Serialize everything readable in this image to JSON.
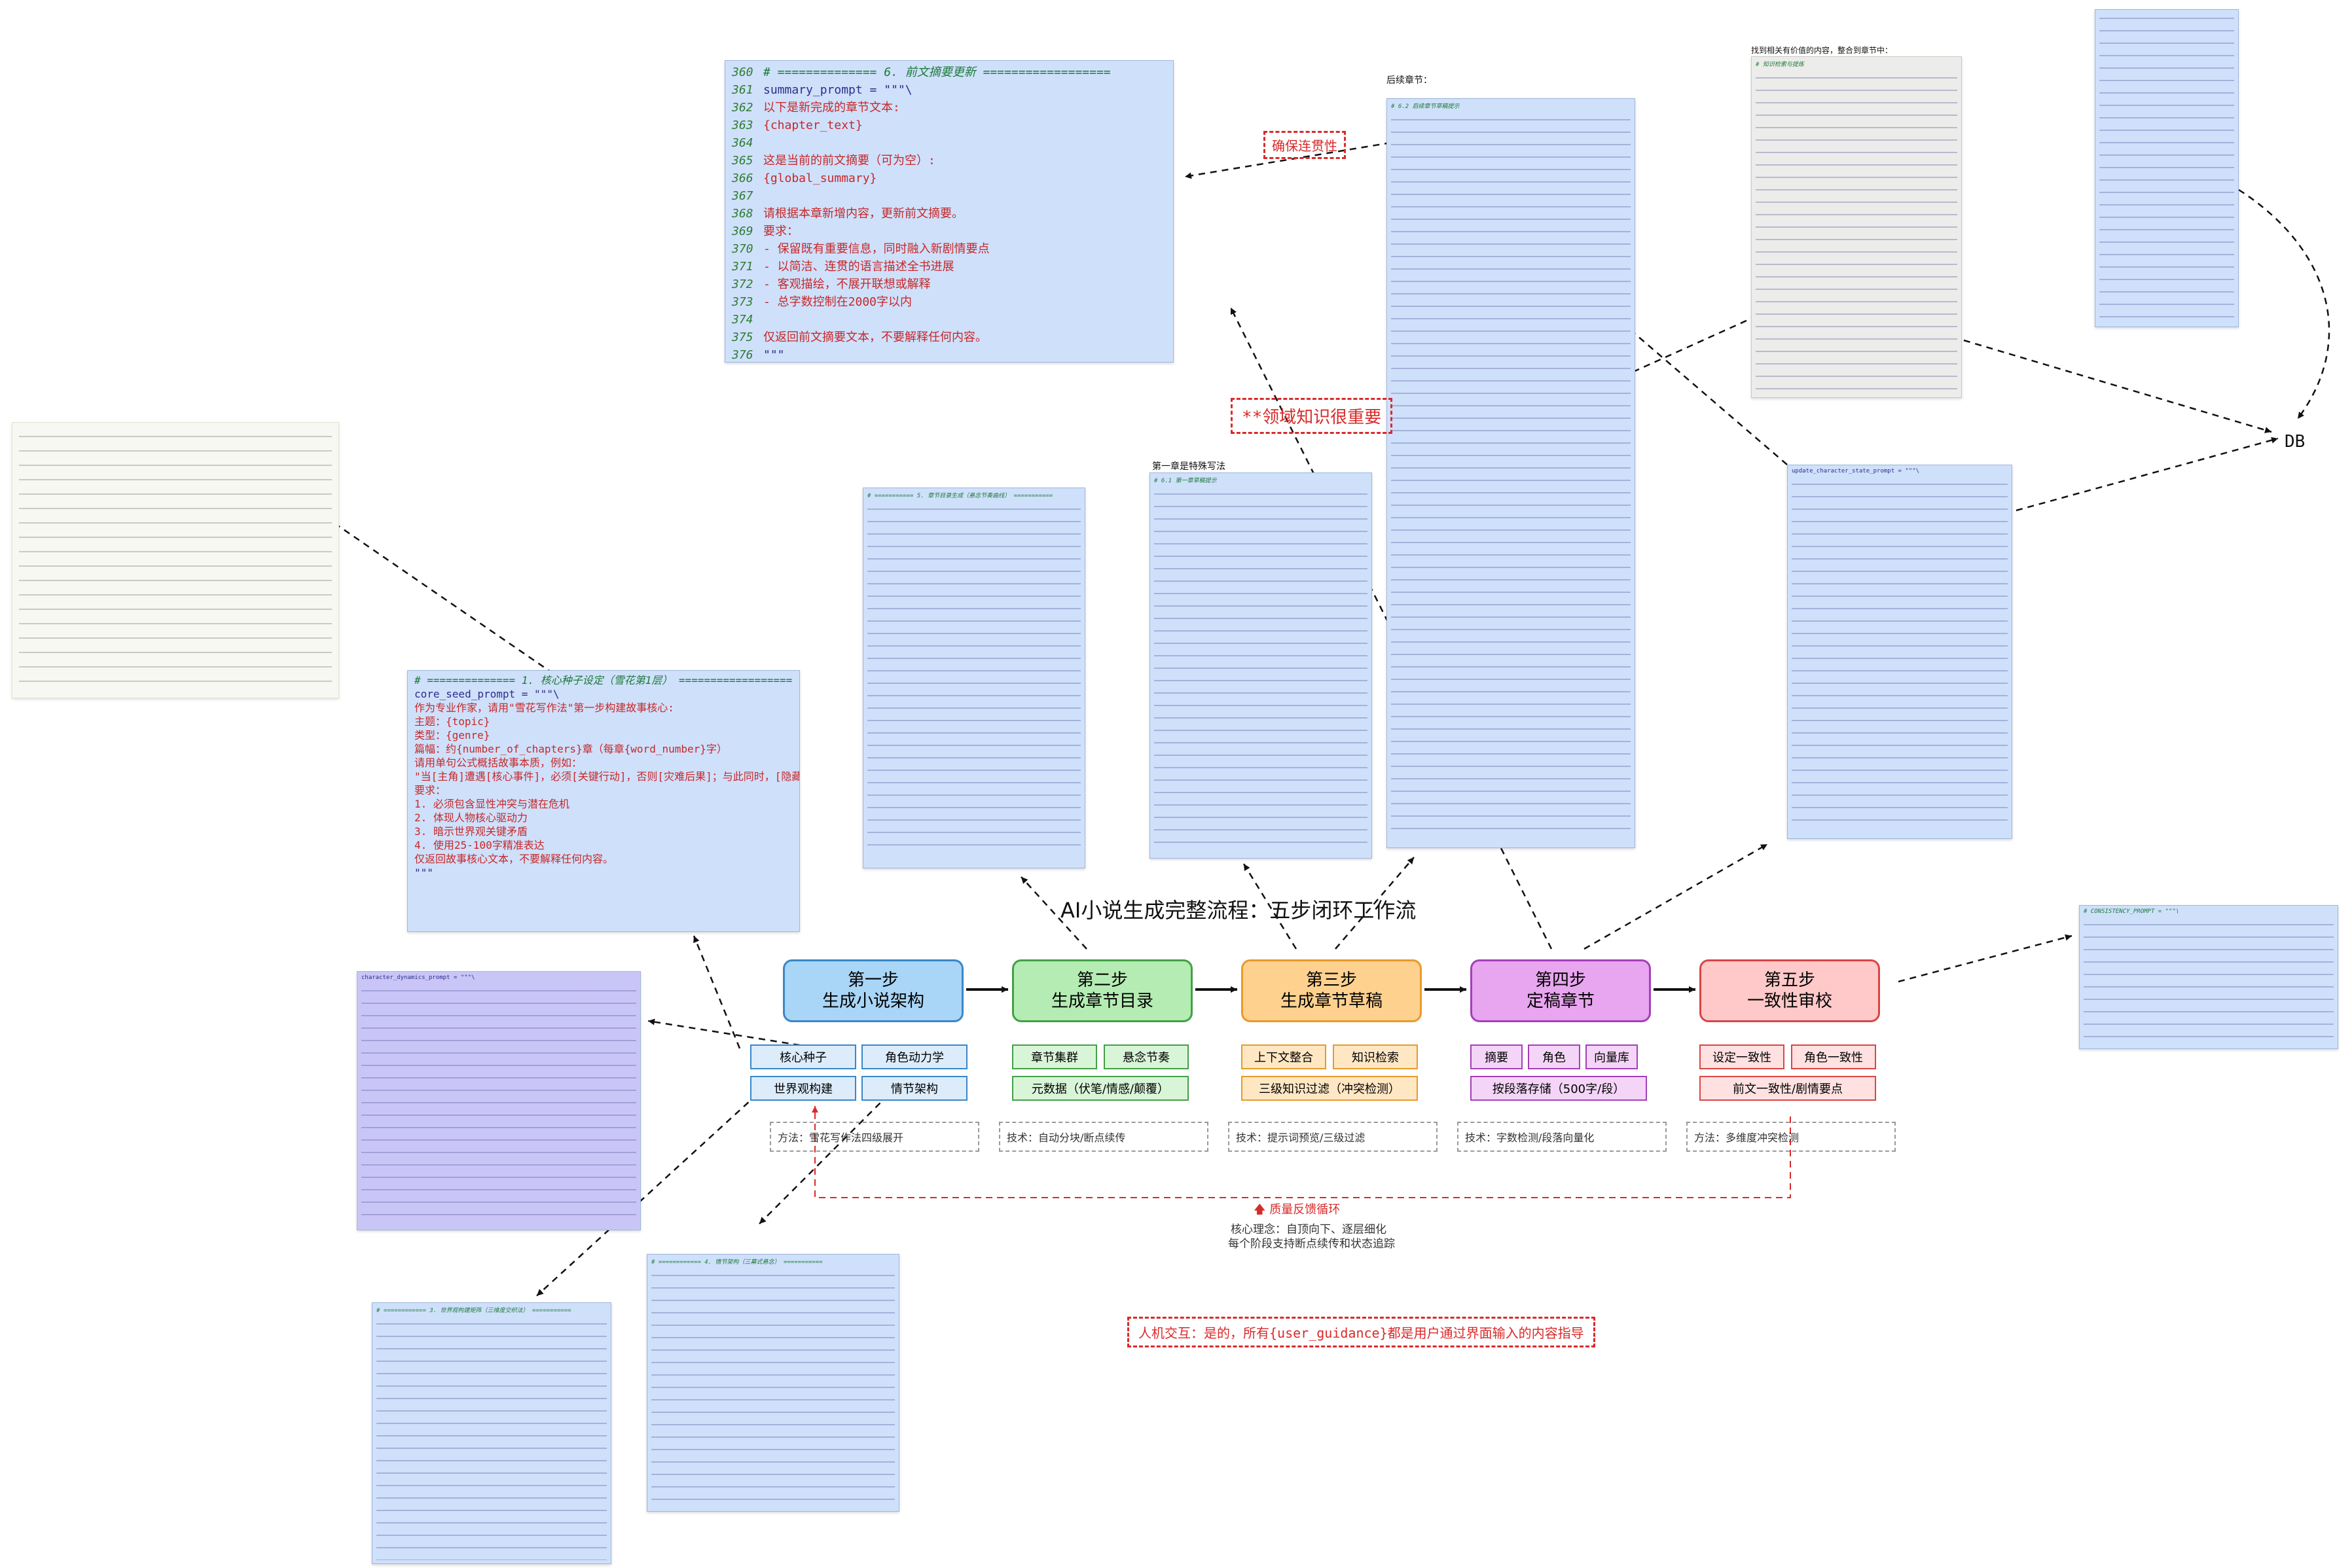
{
  "title": "AI小说生成完整流程：五步闭环工作流",
  "steps": [
    {
      "line1": "第一步",
      "line2": "生成小说架构",
      "fill": "#a9d5f7",
      "stroke": "#3a87c8"
    },
    {
      "line1": "第二步",
      "line2": "生成章节目录",
      "fill": "#b5ecb3",
      "stroke": "#43a047"
    },
    {
      "line1": "第三步",
      "line2": "生成章节草稿",
      "fill": "#ffd18f",
      "stroke": "#e89a2a"
    },
    {
      "line1": "第四步",
      "line2": "定稿章节",
      "fill": "#e8a5f0",
      "stroke": "#a340b8"
    },
    {
      "line1": "第五步",
      "line2": "一致性审校",
      "fill": "#ffc9c9",
      "stroke": "#d94545"
    }
  ],
  "tags": {
    "s1": [
      "核心种子",
      "角色动力学",
      "世界观构建",
      "情节架构"
    ],
    "s2": [
      "章节集群",
      "悬念节奏",
      "元数据（伏笔/情感/颠覆）"
    ],
    "s3": [
      "上下文整合",
      "知识检索",
      "三级知识过滤（冲突检测）"
    ],
    "s4": [
      "摘要",
      "角色",
      "向量库",
      "按段落存储（500字/段）"
    ],
    "s5": [
      "设定一致性",
      "角色一致性",
      "前文一致性/剧情要点"
    ]
  },
  "tech": [
    "方法：雪花写作法四级展开",
    "技术：自动分块/断点续传",
    "技术：提示词预览/三级过滤",
    "技术：字数检测/段落向量化",
    "方法：多维度冲突检测"
  ],
  "feedback": {
    "title": "质量反馈循环",
    "line1": "核心理念：自顶向下、逐层细化",
    "line2": "每个阶段支持断点续传和状态追踪"
  },
  "notes": {
    "coherence": "确保连贯性",
    "domain_knowledge": "**领域知识很重要",
    "interaction": "人机交互：是的，所有{user_guidance}都是用户通过界面输入的内容指导",
    "db": "DB"
  },
  "labels": {
    "later_chapters": "后续章节：",
    "first_chapter": "第一章是特殊写法",
    "retrieve": "找到相关有价值的内容，整合到章节中："
  },
  "panel_summary": {
    "lines": [
      {
        "n": "360",
        "t": "# ============== 6. 前文摘要更新 ==================",
        "k": "hdr"
      },
      {
        "n": "361",
        "t": "summary_prompt = \"\"\"\\"
      },
      {
        "n": "362",
        "t": "以下是新完成的章节文本:",
        "k": "str"
      },
      {
        "n": "363",
        "t": "{chapter_text}",
        "k": "str"
      },
      {
        "n": "364",
        "t": ""
      },
      {
        "n": "365",
        "t": "这是当前的前文摘要（可为空）:",
        "k": "str"
      },
      {
        "n": "366",
        "t": "{global_summary}",
        "k": "str"
      },
      {
        "n": "367",
        "t": ""
      },
      {
        "n": "368",
        "t": "请根据本章新增内容，更新前文摘要。",
        "k": "str"
      },
      {
        "n": "369",
        "t": "要求：",
        "k": "str"
      },
      {
        "n": "370",
        "t": "- 保留既有重要信息，同时融入新剧情要点",
        "k": "str"
      },
      {
        "n": "371",
        "t": "- 以简洁、连贯的语言描述全书进展",
        "k": "str"
      },
      {
        "n": "372",
        "t": "- 客观描绘，不展开联想或解释",
        "k": "str"
      },
      {
        "n": "373",
        "t": "- 总字数控制在2000字以内",
        "k": "str"
      },
      {
        "n": "374",
        "t": ""
      },
      {
        "n": "375",
        "t": "仅返回前文摘要文本，不要解释任何内容。",
        "k": "str"
      },
      {
        "n": "376",
        "t": "\"\"\""
      }
    ]
  },
  "panel_seed": {
    "lines": [
      {
        "n": "",
        "t": "# ============== 1. 核心种子设定（雪花第1层） ==================",
        "k": "hdr"
      },
      {
        "n": "",
        "t": "core_seed_prompt = \"\"\"\\"
      },
      {
        "n": "",
        "t": "作为专业作家，请用\"雪花写作法\"第一步构建故事核心:",
        "k": "str"
      },
      {
        "n": "",
        "t": "主题：{topic}",
        "k": "str"
      },
      {
        "n": "",
        "t": "类型：{genre}",
        "k": "str"
      },
      {
        "n": "",
        "t": "篇幅：约{number_of_chapters}章（每章{word_number}字）",
        "k": "str"
      },
      {
        "n": "",
        "t": ""
      },
      {
        "n": "",
        "t": "请用单句公式概括故事本质，例如：",
        "k": "str"
      },
      {
        "n": "",
        "t": "\"当[主角]遭遇[核心事件]，必须[关键行动]，否则[灾难后果]；与此同时，[隐藏的更大危机]正在发酵。\"",
        "k": "str"
      },
      {
        "n": "",
        "t": ""
      },
      {
        "n": "",
        "t": "要求：",
        "k": "str"
      },
      {
        "n": "",
        "t": "1. 必须包含显性冲突与潜在危机",
        "k": "str"
      },
      {
        "n": "",
        "t": "2. 体现人物核心驱动力",
        "k": "str"
      },
      {
        "n": "",
        "t": "3. 暗示世界观关键矛盾",
        "k": "str"
      },
      {
        "n": "",
        "t": "4. 使用25-100字精准表达",
        "k": "str"
      },
      {
        "n": "",
        "t": ""
      },
      {
        "n": "",
        "t": "仅返回故事核心文本，不要解释任何内容。",
        "k": "str"
      },
      {
        "n": "",
        "t": "\"\"\""
      }
    ]
  },
  "small_headers": {
    "blueprint": "# =========== 5. 章节目录生成（悬念节奏曲线） ===========",
    "first_chapter": "# 6.1 第一章草稿提示",
    "next_chapter": "# 6.2 后续章节草稿提示",
    "knowledge": "# 知识检索与提炼",
    "update_state": "update_character_state_prompt = \"\"\"\\",
    "consistency": "# CONSISTENCY_PROMPT = \"\"\"\\",
    "character": "character_dynamics_prompt = \"\"\"\\",
    "world": "# ============ 3. 世界观构建矩阵（三维度交织法） ===========",
    "plot": "# ============ 4. 情节架构（三幕式悬念） ===========",
    "doc_title": "雪花写作法"
  },
  "colors": {
    "arrow": "#111111",
    "red": "#d92a2a"
  }
}
